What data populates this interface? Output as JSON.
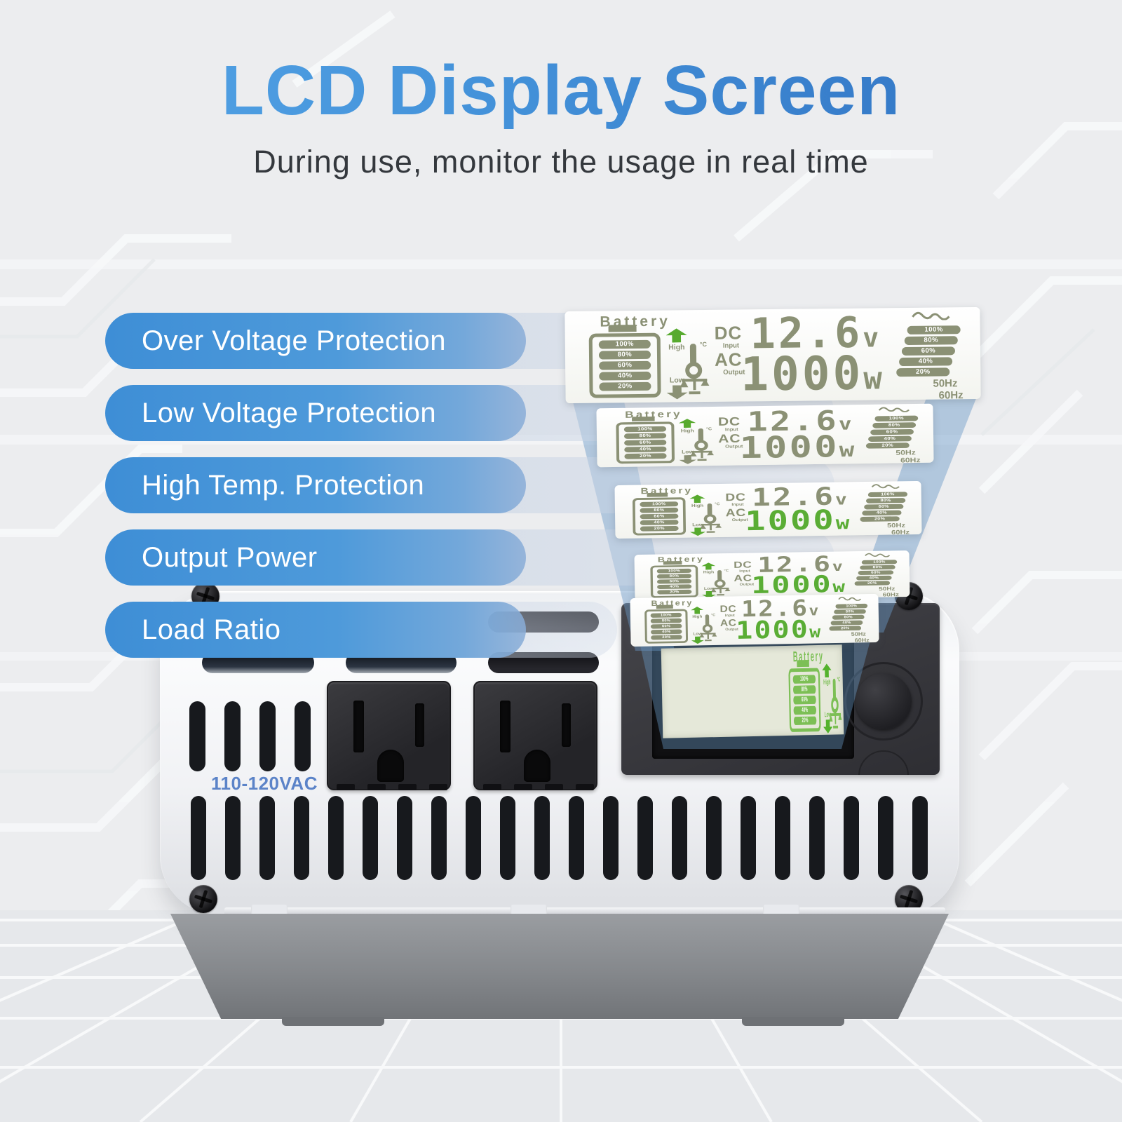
{
  "header": {
    "title": "LCD Display Screen",
    "subtitle": "During use, monitor the usage in real time"
  },
  "features": [
    {
      "label": "Over Voltage Protection"
    },
    {
      "label": "Low Voltage Protection"
    },
    {
      "label": "High Temp. Protection"
    },
    {
      "label": "Output Power"
    },
    {
      "label": "Load Ratio"
    }
  ],
  "lcd": {
    "battery_label": "Battery",
    "battery_levels": [
      "100%",
      "80%",
      "60%",
      "40%",
      "20%"
    ],
    "high_label": "High",
    "low_label": "Low",
    "temp_unit": "°C",
    "dc_label": "DC",
    "dc_sub": "Input",
    "ac_label": "AC",
    "ac_sub": "Output",
    "voltage_value": "12.6",
    "voltage_unit": "v",
    "power_value": "1000",
    "power_unit": "w",
    "load_levels": [
      "100%",
      "80%",
      "60%",
      "40%",
      "20%"
    ],
    "freq_50": "50Hz",
    "freq_60": "60Hz"
  },
  "device": {
    "outlet_rating": "110-120VAC"
  },
  "colors": {
    "title_gradient_start": "#56a7e8",
    "title_gradient_end": "#2f6fc0",
    "pill_blue": "#4493d8",
    "beam_blue": "#6a9ac8",
    "lcd_olive": "#8b9175",
    "lcd_green": "#7cbf55",
    "rating_blue": "#5b83c8",
    "background": "#ecedef"
  }
}
